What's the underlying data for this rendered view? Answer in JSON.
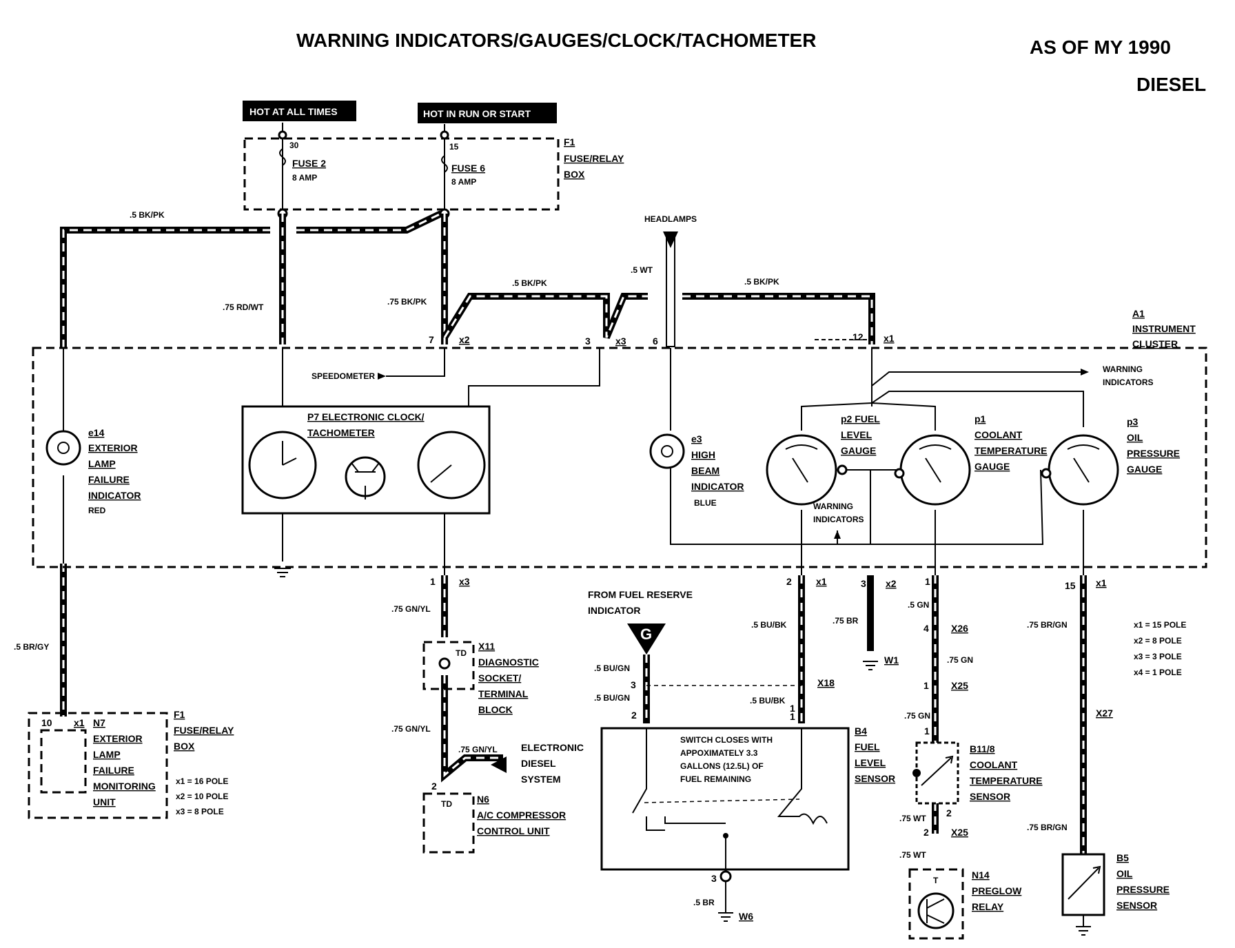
{
  "header": {
    "title": "WARNING INDICATORS/GAUGES/CLOCK/TACHOMETER",
    "model_year": "AS OF MY 1990",
    "engine": "DIESEL"
  },
  "power": {
    "hot_all": "HOT AT ALL TIMES",
    "hot_run": "HOT IN RUN OR START",
    "pin30": "30",
    "pin15": "15",
    "fuse2": "FUSE 2",
    "fuse2_amp": "8 AMP",
    "fuse6": "FUSE 6",
    "fuse6_amp": "8 AMP",
    "f1_code": "F1",
    "f1_l1": "FUSE/RELAY",
    "f1_l2": "BOX"
  },
  "wires": {
    "w_top_left": ".5 BK/PK",
    "w_rdwt": ".75 RD/WT",
    "w_bkpk75": ".75 BK/PK",
    "w_bkpk_mid": ".5 BK/PK",
    "w_wt": ".5 WT",
    "w_bkpk_right": ".5 BK/PK",
    "headlamps": "HEADLAMPS",
    "w_brgy": ".5 BR/GY",
    "w_gnyl1": ".75 GN/YL",
    "w_gnyl2": ".75 GN/YL",
    "w_gnyl3": ".75 GN/YL",
    "w_bubk1": ".5 BU/BK",
    "w_bubk2": ".5 BU/BK",
    "w_bugn1": ".5 BU/GN",
    "w_bugn2": ".5 BU/GN",
    "w_br75": ".75 BR",
    "w_gn5": ".5 GN",
    "w_gn75a": ".75 GN",
    "w_gn75b": ".75 GN",
    "w_wt75a": ".75 WT",
    "w_wt75b": ".75 WT",
    "w_brgn1": ".75 BR/GN",
    "w_brgn2": ".75 BR/GN",
    "w_br5": ".5 BR"
  },
  "connectors": {
    "p7": "7",
    "x2a": "x2",
    "p3": "3",
    "x3a": "x3",
    "p6": "6",
    "p12": "12",
    "x1a": "x1",
    "p1": "1",
    "x3b": "x3",
    "p2": "2",
    "x1b": "x1",
    "p3b": "3",
    "x2b": "x2",
    "p1b": "1",
    "p15": "15",
    "x1c": "x1",
    "x26_pin": "4",
    "x26": "X26",
    "x25a_pin": "1",
    "x25a": "X25",
    "x25b_pin": "2",
    "x25b": "X25",
    "x18": "X18",
    "x18_pin3": "3",
    "x18_pin1": "1",
    "x27": "X27",
    "w1": "W1",
    "w6": "W6",
    "b4_p2": "2",
    "b4_p1": "1",
    "b4_p3": "3",
    "n7_p10": "10",
    "n7_x1": "x1",
    "b11_p1": "1",
    "b11_p2": "2",
    "n6_p2": "2"
  },
  "cluster": {
    "code": "A1",
    "l1": "INSTRUMENT",
    "l2": "CLUSTER",
    "speedometer": "SPEEDOMETER",
    "warning_ind": [
      "WARNING",
      "INDICATORS"
    ],
    "warning_ind2": [
      "WARNING",
      "INDICATORS"
    ],
    "e14": [
      "e14",
      "EXTERIOR",
      "LAMP",
      "FAILURE",
      "INDICATOR"
    ],
    "e14_color": "RED",
    "p7": [
      "P7 ELECTRONIC CLOCK/",
      "TACHOMETER"
    ],
    "e3": [
      "e3",
      "HIGH",
      "BEAM",
      "INDICATOR"
    ],
    "e3_color": "BLUE",
    "p2": [
      "p2 FUEL",
      "LEVEL",
      "GAUGE"
    ],
    "p1": [
      "p1",
      "COOLANT",
      "TEMPERATURE",
      "GAUGE"
    ],
    "p3": [
      "p3",
      "OIL",
      "PRESSURE",
      "GAUGE"
    ]
  },
  "components": {
    "n7": [
      "N7",
      "EXTERIOR",
      "LAMP",
      "FAILURE",
      "MONITORING",
      "UNIT"
    ],
    "f1b": [
      "F1",
      "FUSE/RELAY",
      "BOX"
    ],
    "f1b_legend": [
      "x1 = 16 POLE",
      "x2 = 10 POLE",
      "x3 = 8 POLE"
    ],
    "x11": [
      "X11",
      "DIAGNOSTIC",
      "SOCKET/",
      "TERMINAL",
      "BLOCK"
    ],
    "x11_td": "TD",
    "n6": [
      "N6",
      "A/C COMPRESSOR",
      "CONTROL UNIT"
    ],
    "n6_td": "TD",
    "eds": [
      "ELECTRONIC",
      "DIESEL",
      "SYSTEM"
    ],
    "fuel_reserve": [
      "FROM FUEL RESERVE",
      "INDICATOR"
    ],
    "g_symbol": "G",
    "b4": [
      "B4",
      "FUEL",
      "LEVEL",
      "SENSOR"
    ],
    "b4_note": [
      "SWITCH CLOSES WITH",
      "APPOXIMATELY 3.3",
      "GALLONS (12.5L) OF",
      "FUEL REMAINING"
    ],
    "b11": [
      "B11/8",
      "COOLANT",
      "TEMPERATURE",
      "SENSOR"
    ],
    "n14": [
      "N14",
      "PREGLOW",
      "RELAY"
    ],
    "n14_t": "T",
    "b5": [
      "B5",
      "OIL",
      "PRESSURE",
      "SENSOR"
    ],
    "legend": [
      "x1 = 15 POLE",
      "x2 = 8 POLE",
      "x3 = 3 POLE",
      "x4 = 1 POLE"
    ]
  }
}
